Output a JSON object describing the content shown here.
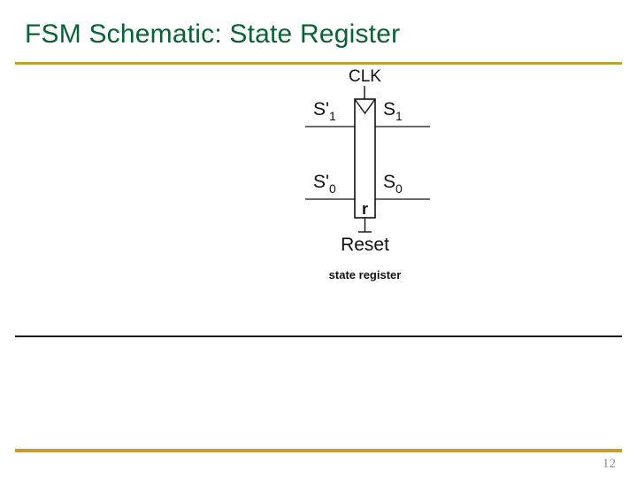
{
  "slide": {
    "title": "FSM Schematic: State Register",
    "page_number": "12",
    "title_color": "#0a6135",
    "rule_color": "#c0a030",
    "body_rule_color": "#1a1a1a",
    "page_number_color": "#8f8f8f"
  },
  "schematic": {
    "caption": "state register",
    "clock_label": "CLK",
    "reset_label": "Reset",
    "reset_pin_label": "r",
    "inputs": [
      {
        "name": "S'",
        "subscript": "1"
      },
      {
        "name": "S'",
        "subscript": "0"
      }
    ],
    "outputs": [
      {
        "name": "S",
        "subscript": "1"
      },
      {
        "name": "S",
        "subscript": "0"
      }
    ]
  }
}
